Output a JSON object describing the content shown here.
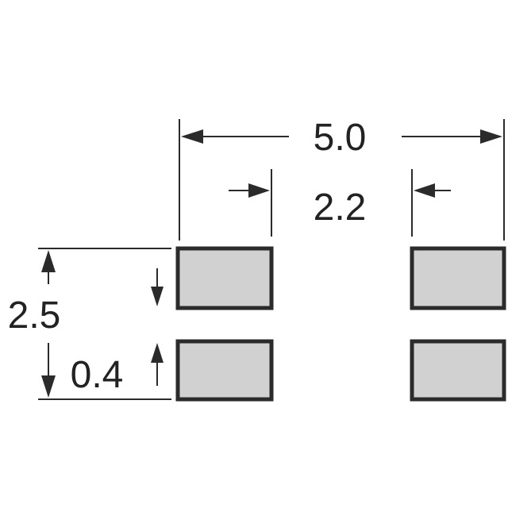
{
  "dimensions": {
    "overall_width": "5.0",
    "gap": "2.2",
    "overall_height": "2.5",
    "pad_gap": "0.4"
  },
  "colors": {
    "pad_fill": "#d1d1d1",
    "pad_stroke": "#2b2b2b",
    "line": "#2b2b2b"
  }
}
